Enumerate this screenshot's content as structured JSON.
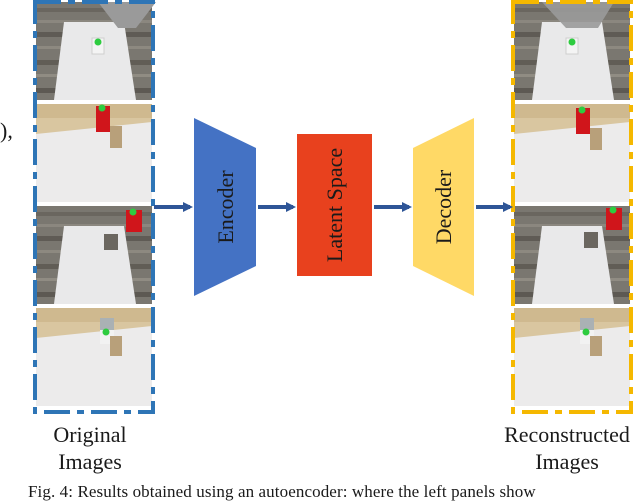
{
  "left_fragment": "),",
  "input_label": {
    "line1": "Original",
    "line2": "Images"
  },
  "output_label": {
    "line1": "Reconstructed",
    "line2": "Images"
  },
  "blocks": {
    "encoder": "Encoder",
    "latent": "Latent Space",
    "decoder": "Decoder"
  },
  "caption": "Fig. 4: Results obtained using an autoencoder: where the left panels show",
  "colors": {
    "encoder": "#4472C4",
    "latent": "#E8411E",
    "decoder": "#FFD966",
    "arrow": "#2E5597",
    "input_border": "#2E75B6",
    "output_border": "#F5B800"
  }
}
